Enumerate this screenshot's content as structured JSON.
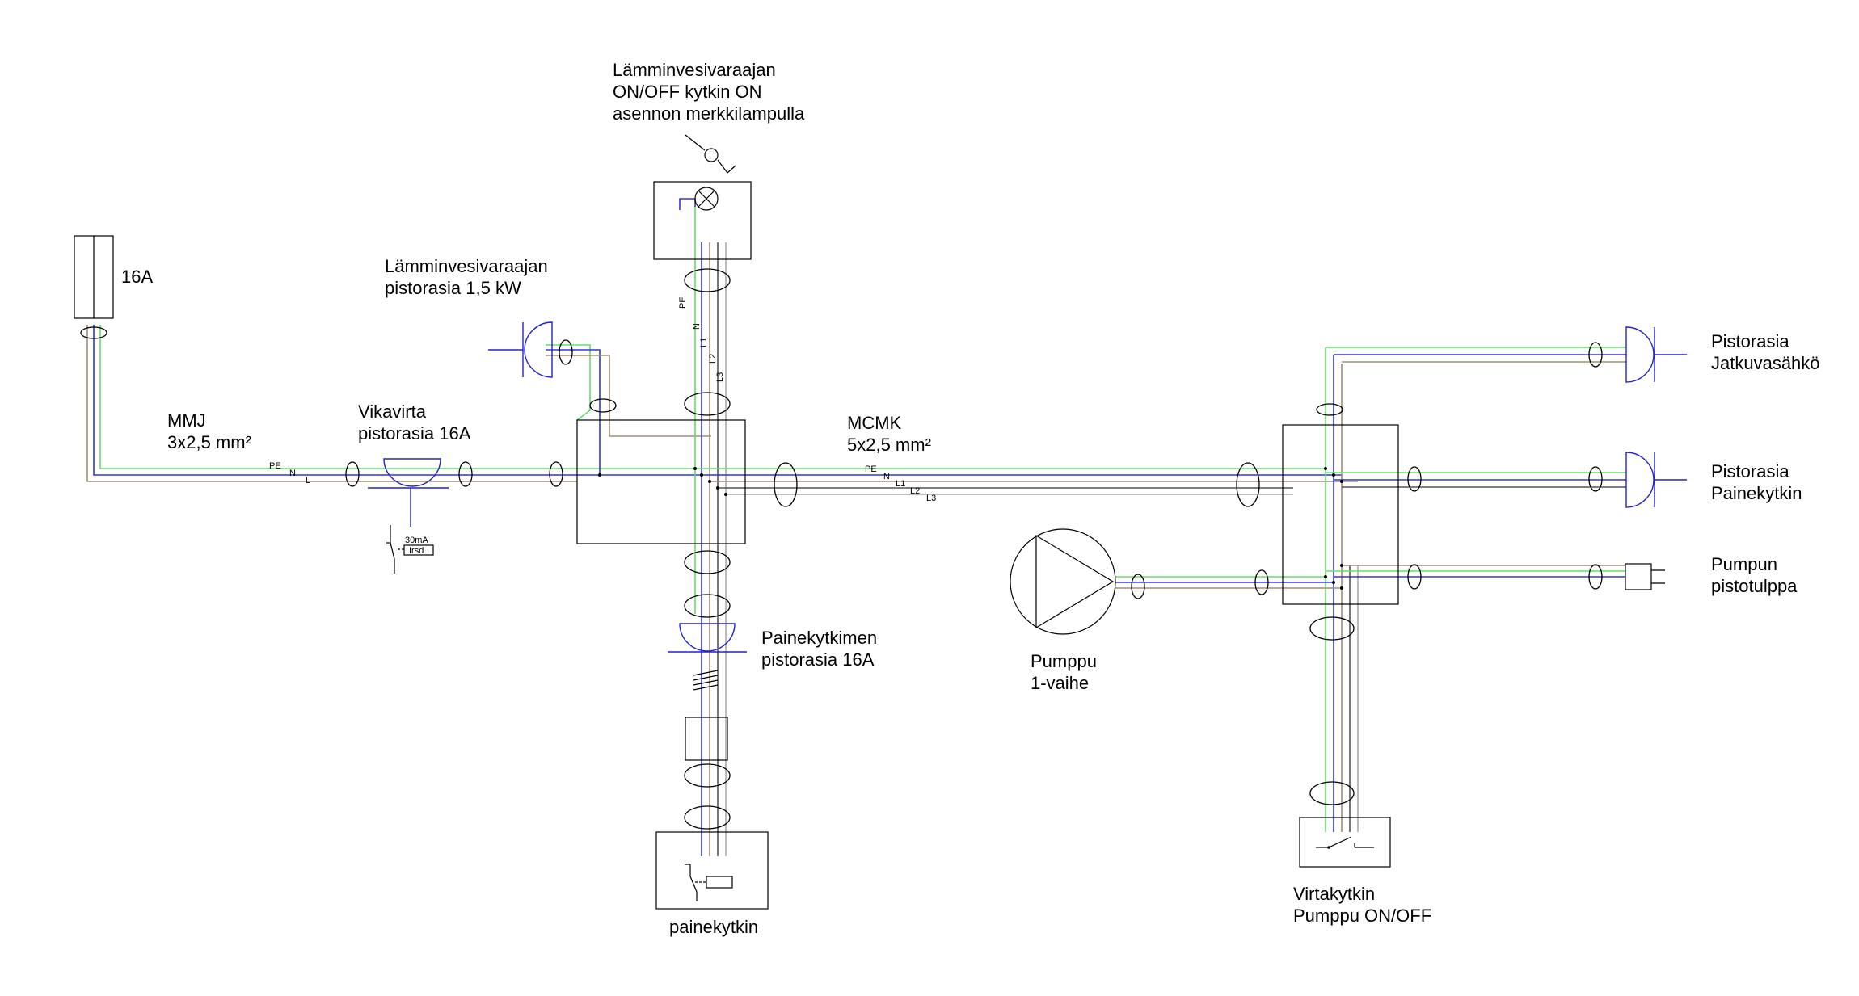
{
  "colors": {
    "pe": "#66dd66",
    "n": "#3333dd",
    "l": "#a09070",
    "l2": "#555555",
    "l3": "#aaaaaa",
    "symbol": "#000000",
    "socket": "#2222cc"
  },
  "labels": {
    "fuse": "16A",
    "mmj_line1": "MMJ",
    "mmj_line2": "3x2,5 mm²",
    "rcd_line1": "Vikavirta",
    "rcd_line2": "pistorasia 16A",
    "rcd_current": "30mA",
    "rcd_test": "Irsd",
    "heater_socket_line1": "Lämminvesivaraajan",
    "heater_socket_line2": "pistorasia 1,5 kW",
    "lamp_line1": "Lämminvesivaraajan",
    "lamp_line2": "ON/OFF kytkin ON",
    "lamp_line3": "asennon merkkilampulla",
    "mcmk_line1": "MCMK",
    "mcmk_line2": "5x2,5 mm²",
    "pressure_socket_line1": "Painekytkimen",
    "pressure_socket_line2": "pistorasia 16A",
    "pressure_switch": "painekytkin",
    "pump_line1": "Pumppu",
    "pump_line2": "1-vaihe",
    "socket_ext_line1": "Pistorasia",
    "socket_ext_line2": "Jatkuvasähkö",
    "socket_press_line1": "Pistorasia",
    "socket_press_line2": "Painekytkin",
    "pump_plug_line1": "Pumpun",
    "pump_plug_line2": "pistotulppa",
    "main_switch_line1": "Virtakytkin",
    "main_switch_line2": "Pumppu ON/OFF"
  },
  "conductors": {
    "pe": "PE",
    "n": "N",
    "l": "L",
    "l1": "L1",
    "l2": "L2",
    "l3": "L3"
  }
}
